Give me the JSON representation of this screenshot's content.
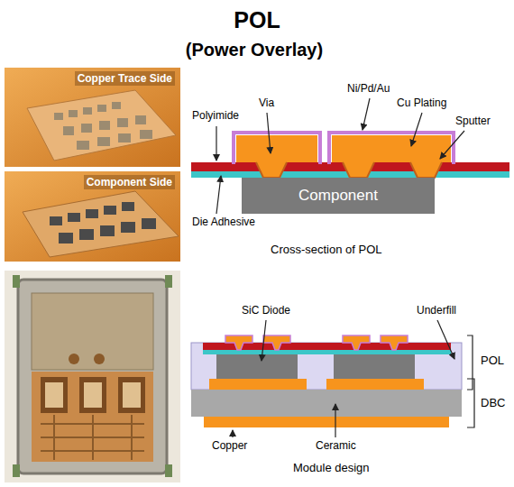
{
  "diagram": {
    "title": "POL",
    "nodes": [
      {
        "text": [
          "Copper Trace Side"
        ]
      },
      {
        "text": [
          "Component Side"
        ]
      },
      {
        "text": [
          "Component"
        ]
      }
    ],
    "labels": [
      "(Power Overlay)",
      "Polyimide",
      "Via",
      "Ni/Pd/Au",
      "Cu Plating",
      "Sputter",
      "Die Adhesive",
      "Cross-section of POL",
      "SiC Diode",
      "Underfill",
      "POL",
      "DBC",
      "Copper",
      "Ceramic",
      "Module design"
    ]
  }
}
